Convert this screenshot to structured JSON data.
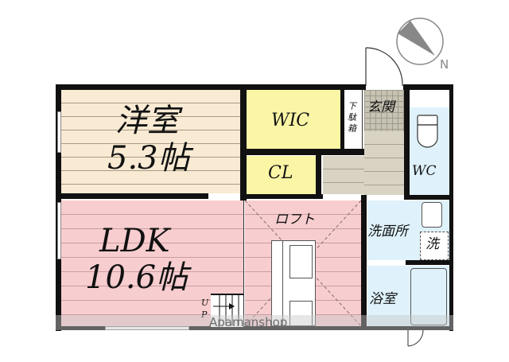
{
  "plan": {
    "rooms": {
      "western_room": {
        "name": "洋室",
        "size": "5.3帖"
      },
      "ldk": {
        "name": "LDK",
        "size": "10.6帖"
      },
      "wic": {
        "name": "WIC"
      },
      "closet": {
        "name": "CL"
      },
      "shoe_box": {
        "name": "下駄箱",
        "line1": "下",
        "line2": "駄",
        "line3": "箱"
      },
      "entrance": {
        "name": "玄関"
      },
      "wc": {
        "name": "WC"
      },
      "loft": {
        "name": "ロフト"
      },
      "washroom": {
        "name": "洗面所"
      },
      "laundry": {
        "name": "洗"
      },
      "bath": {
        "name": "浴室"
      }
    },
    "stairs": {
      "label_u": "U",
      "label_p": "P"
    },
    "compass": {
      "label": "N"
    },
    "watermark": "Apamanshop"
  },
  "colors": {
    "western_room": "#f8ead3",
    "ldk": "#f7cdd0",
    "closet": "#fbf6a6",
    "hall": "#d8d3c2",
    "wet": "#dff2fb",
    "wall": "#111111"
  }
}
